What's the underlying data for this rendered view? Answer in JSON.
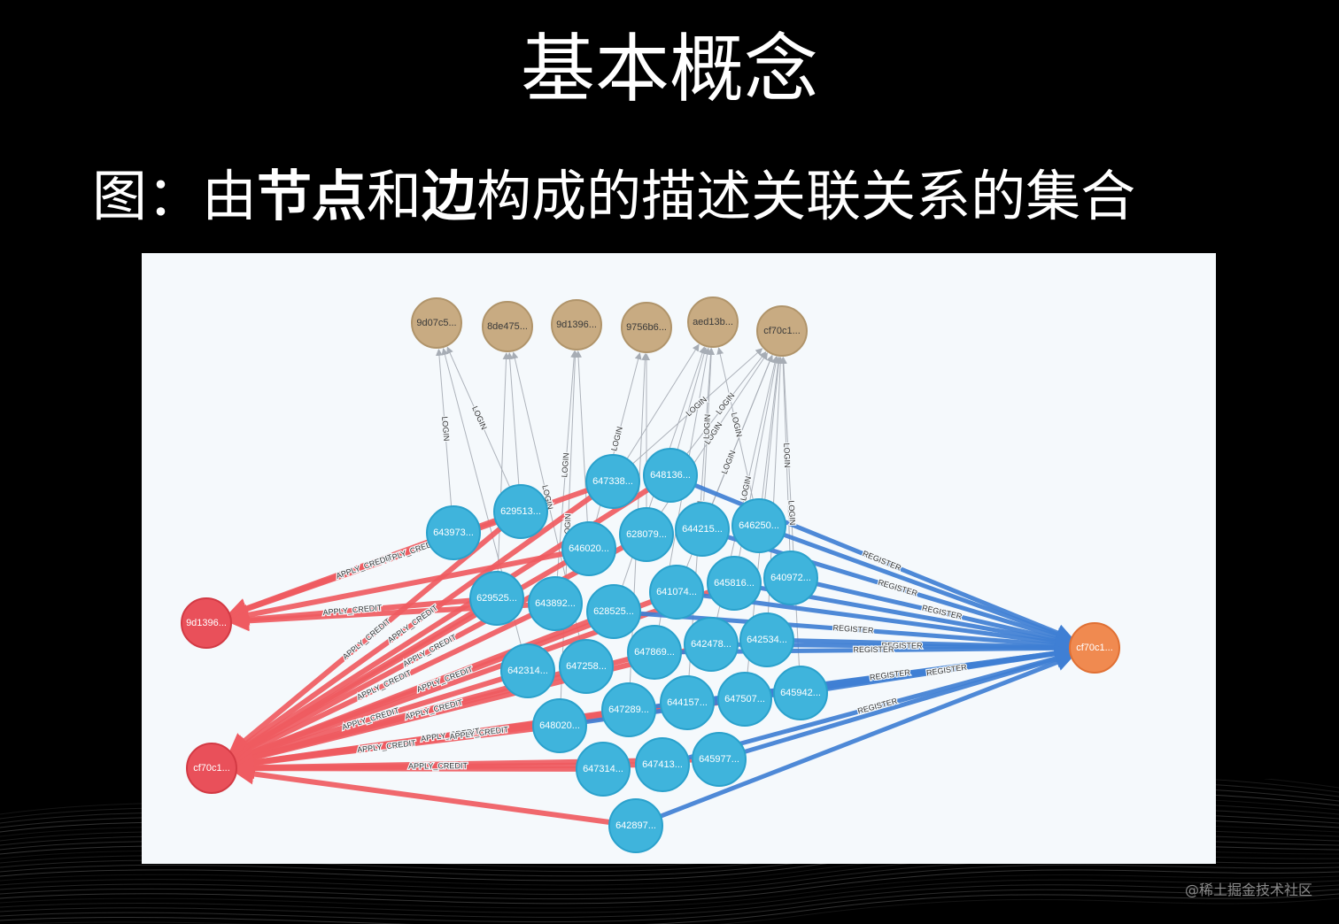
{
  "title": "基本概念",
  "subtitle": {
    "parts": [
      {
        "text": "图：由",
        "bold": false
      },
      {
        "text": "节点",
        "bold": true
      },
      {
        "text": "和",
        "bold": false
      },
      {
        "text": "边",
        "bold": true
      },
      {
        "text": "构成的描述关联关系的集合",
        "bold": false
      }
    ]
  },
  "watermark": "@稀土掘金技术社区",
  "colors": {
    "background": "#000000",
    "panel": "#f5f9fc",
    "device_node": "#c8ab82",
    "account_node": "#3fb4dc",
    "credit_node": "#e9505a",
    "register_node": "#f08a50",
    "login_edge": "#a7adb5",
    "apply_credit_edge": "#ef5b61",
    "register_edge": "#3f7fd4"
  },
  "graph": {
    "nodes": {
      "devices": [
        "9d07c5...",
        "8de475...",
        "9d1396...",
        "9756b6...",
        "aed13b...",
        "cf70c1..."
      ],
      "accounts": [
        "647338...",
        "648136...",
        "643973...",
        "629513...",
        "646020...",
        "628079...",
        "644215...",
        "646250...",
        "629525...",
        "643892...",
        "628525...",
        "641074...",
        "645816...",
        "640972...",
        "642314...",
        "647258...",
        "647869...",
        "642478...",
        "642534...",
        "648020...",
        "647289...",
        "644157...",
        "647507...",
        "645942...",
        "647314...",
        "647413...",
        "645977...",
        "642897..."
      ],
      "credit_targets": [
        "9d1396...",
        "cf70c1..."
      ],
      "register_target": "cf70c1..."
    },
    "edge_labels": {
      "login": "LOGIN",
      "apply_credit": "APPLY_CREDIT",
      "register": "REGISTER"
    }
  }
}
